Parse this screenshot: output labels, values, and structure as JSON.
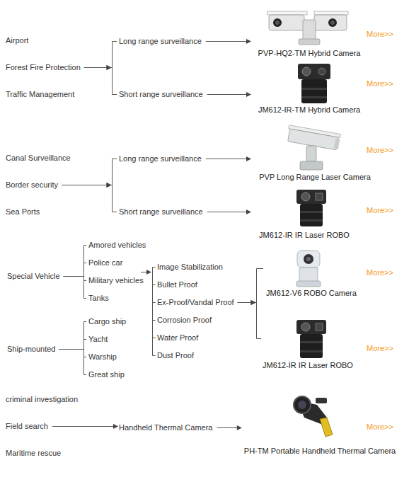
{
  "diagram": {
    "nodes": [
      {
        "text": [
          "Airport"
        ]
      },
      {
        "text": [
          "Forest Fire Protection"
        ]
      },
      {
        "text": [
          "Traffic Management"
        ]
      },
      {
        "text": [
          "Long range surveillance"
        ]
      },
      {
        "text": [
          "Short range surveillance"
        ]
      },
      {
        "text": [
          "PVP-HQ2-TM Hybrid Camera"
        ]
      },
      {
        "text": [
          "JM612-IR-TM Hybrid Camera"
        ]
      },
      {
        "text": [
          "Canal Surveillance"
        ]
      },
      {
        "text": [
          "Border security"
        ]
      },
      {
        "text": [
          "Sea Ports"
        ]
      },
      {
        "text": [
          "Long range surveillance"
        ]
      },
      {
        "text": [
          "Short range surveillance"
        ]
      },
      {
        "text": [
          "PVP Long Range Laser Camera"
        ]
      },
      {
        "text": [
          "JM612-IR IR Laser ROBO"
        ]
      },
      {
        "text": [
          "Special Vehicle"
        ]
      },
      {
        "text": [
          "Amored vehicles"
        ]
      },
      {
        "text": [
          "Police car"
        ]
      },
      {
        "text": [
          "Military vehicles"
        ]
      },
      {
        "text": [
          "Tanks"
        ]
      },
      {
        "text": [
          "Ship-mounted"
        ]
      },
      {
        "text": [
          "Cargo ship"
        ]
      },
      {
        "text": [
          "Yacht"
        ]
      },
      {
        "text": [
          "Warship"
        ]
      },
      {
        "text": [
          "Great ship"
        ]
      },
      {
        "text": [
          "Image Stabilization"
        ]
      },
      {
        "text": [
          "Bullet Proof"
        ]
      },
      {
        "text": [
          "Ex-Proof/Vandal Proof"
        ]
      },
      {
        "text": [
          "Corrosion Proof"
        ]
      },
      {
        "text": [
          "Water Proof"
        ]
      },
      {
        "text": [
          "Dust Proof"
        ]
      },
      {
        "text": [
          "JM612-V6 ROBO Camera"
        ]
      },
      {
        "text": [
          "JM612-IR IR Laser ROBO"
        ]
      },
      {
        "text": [
          "criminal investigation"
        ]
      },
      {
        "text": [
          "Field search"
        ]
      },
      {
        "text": [
          "Maritime rescue"
        ]
      },
      {
        "text": [
          "Handheld Thermal Camera"
        ]
      },
      {
        "text": [
          "PH-TM Portable Handheld Thermal Camera"
        ]
      }
    ],
    "edges": [
      {
        "from": 1,
        "to": 3,
        "arrow": "to"
      },
      {
        "from": 1,
        "to": 4,
        "arrow": "to"
      },
      {
        "from": 3,
        "to": 5,
        "arrow": "to"
      },
      {
        "from": 4,
        "to": 6,
        "arrow": "to"
      },
      {
        "from": 8,
        "to": 10,
        "arrow": "to"
      },
      {
        "from": 8,
        "to": 11,
        "arrow": "to"
      },
      {
        "from": 10,
        "to": 12,
        "arrow": "to"
      },
      {
        "from": 11,
        "to": 13,
        "arrow": "to"
      },
      {
        "from": 14,
        "to": 15,
        "arrow": "none"
      },
      {
        "from": 14,
        "to": 16,
        "arrow": "none"
      },
      {
        "from": 14,
        "to": 17,
        "arrow": "none"
      },
      {
        "from": 14,
        "to": 18,
        "arrow": "none"
      },
      {
        "from": 19,
        "to": 20,
        "arrow": "none"
      },
      {
        "from": 19,
        "to": 21,
        "arrow": "none"
      },
      {
        "from": 19,
        "to": 22,
        "arrow": "none"
      },
      {
        "from": 19,
        "to": 23,
        "arrow": "none"
      },
      {
        "from": 26,
        "to": 30,
        "arrow": "to"
      },
      {
        "from": 26,
        "to": 31,
        "arrow": "to"
      },
      {
        "from": 33,
        "to": 35,
        "arrow": "to"
      },
      {
        "from": 35,
        "to": 36,
        "arrow": "to"
      }
    ],
    "labels": [
      "More>>",
      "More>>",
      "More>>",
      "More>>",
      "More>>",
      "More>>",
      "More>>"
    ]
  }
}
